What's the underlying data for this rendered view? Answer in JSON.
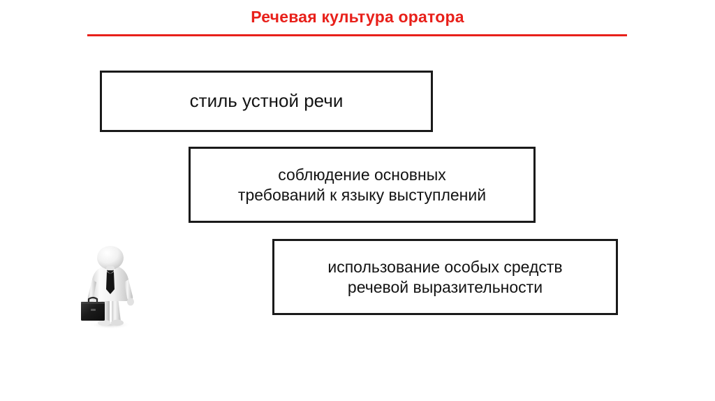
{
  "slide": {
    "title": "Речевая культура оратора",
    "title_color": "#e8201a",
    "rule_color": "#e8201a",
    "background_color": "#ffffff",
    "box_border_color": "#1a1a1a",
    "box_fill_color": "#ffffff",
    "text_color": "#131313"
  },
  "boxes": [
    {
      "id": "box-1",
      "lines": [
        "стиль устной речи"
      ],
      "text": "стиль устной речи"
    },
    {
      "id": "box-2",
      "lines": [
        "соблюдение основных",
        "требований к языку выступлений"
      ],
      "line1": "соблюдение основных",
      "line2": "требований к языку выступлений"
    },
    {
      "id": "box-3",
      "lines": [
        "использование особых средств",
        "речевой выразительности"
      ],
      "line1": "использование особых средств",
      "line2": "речевой выразительности"
    }
  ],
  "illustration": {
    "name": "businessman-figure-icon",
    "description": "white 3d figure with black tie holding black briefcase",
    "body_color": "#e9e9e9",
    "tie_color": "#1c1c1c",
    "briefcase_color": "#1e1e1e"
  }
}
